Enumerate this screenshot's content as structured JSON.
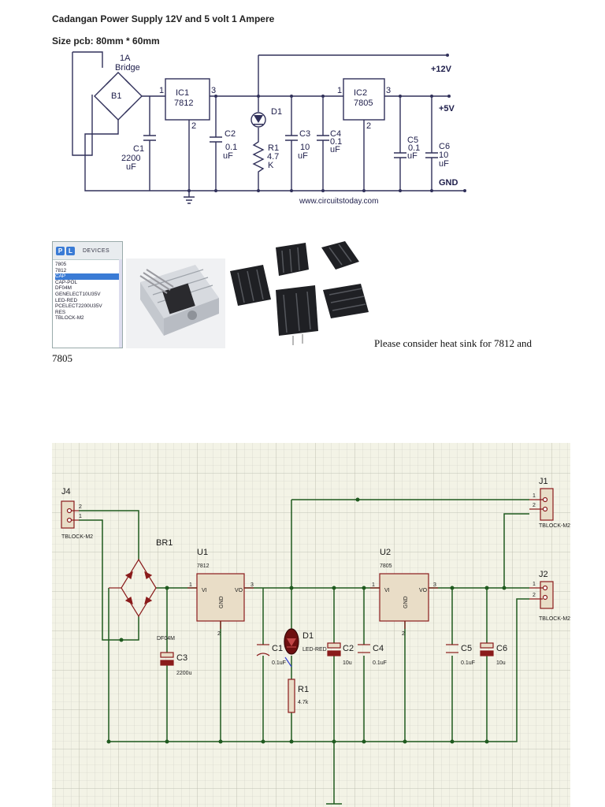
{
  "document": {
    "title": "Cadangan Power Supply 12V and 5 volt 1 Ampere",
    "subtitle": "Size  pcb: 80mm * 60mm",
    "note_line1": "Please consider heat sink for 7812 and",
    "note_line2": "7805"
  },
  "schematic1": {
    "bridge_current": "1A",
    "bridge_label": "Bridge",
    "b1": "B1",
    "ic1_name": "IC1",
    "ic1_part": "7812",
    "ic2_name": "IC2",
    "ic2_part": "7805",
    "pin1": "1",
    "pin2": "2",
    "pin3": "3",
    "c1": "C1",
    "c1_value_a": "2200",
    "c1_value_b": "uF",
    "c2": "C2",
    "c2_value_a": "0.1",
    "c2_value_b": "uF",
    "d1": "D1",
    "r1": "R1",
    "r1_value_a": "4.7",
    "r1_value_b": "K",
    "c3": "C3",
    "c3_value_a": "10",
    "c3_value_b": "uF",
    "c4": "C4",
    "c4_value_a": "0.1",
    "c4_value_b": "uF",
    "c5": "C5",
    "c5_value_a": "0.1",
    "c5_value_b": "uF",
    "c6": "C6",
    "c6_value_a": "10",
    "c6_value_b": "uF",
    "v12": "+12V",
    "v5": "+5V",
    "gnd": "GND",
    "website": "www.circuitstoday.com"
  },
  "devices_panel": {
    "p_button": "P",
    "l_button": "L",
    "title": "DEVICES",
    "items": [
      "7805",
      "7812",
      "CAP",
      "CAP-POL",
      "DF04M",
      "GENELECT10U35V",
      "LED-RED",
      "PCELECT2200U35V",
      "RES",
      "TBLOCK-M2"
    ],
    "selected_index": 2
  },
  "schematic2": {
    "j4": "J4",
    "j1": "J1",
    "j2": "J2",
    "tblock": "TBLOCK-M2",
    "br1": "BR1",
    "df04m": "DF04M",
    "u1": "U1",
    "u1_part": "7812",
    "u2": "U2",
    "u2_part": "7805",
    "vi": "VI",
    "vo": "VO",
    "gnd": "GND",
    "pin1": "1",
    "pin2": "2",
    "pin3": "3",
    "c1": "C1",
    "c1_val": "0.1uF",
    "d1": "D1",
    "d1_val": "LED-RED",
    "c2": "C2",
    "c2_val": "10u",
    "c3": "C3",
    "c3_val": "2200u",
    "c4": "C4",
    "c4_val": "0.1uF",
    "c5": "C5",
    "c5_val": "0.1uF",
    "c6": "C6",
    "c6_val": "10u",
    "r1": "R1",
    "r1_val": "4.7k"
  }
}
